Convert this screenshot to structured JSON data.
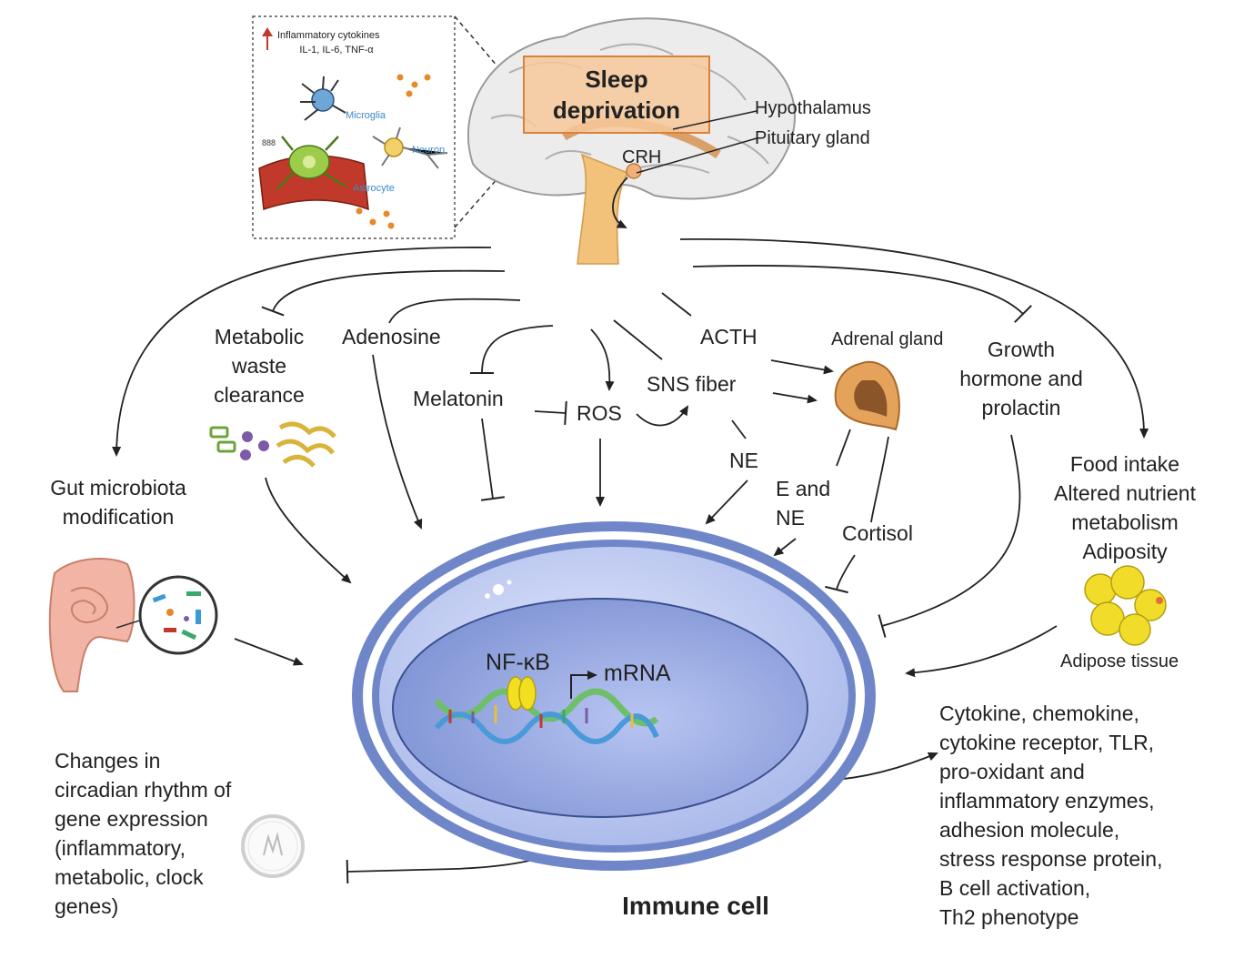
{
  "inset": {
    "title_line1": "Inflammatory cytokines",
    "title_line2": "IL-1, IL-6, TNF-α",
    "microglia": "Microglia",
    "neuron": "Neuron",
    "astrocyte": "Astrocyte"
  },
  "brain": {
    "title_line1": "Sleep",
    "title_line2": "deprivation",
    "hypothalamus": "Hypothalamus",
    "pituitary": "Pituitary gland",
    "crh": "CRH"
  },
  "labels": {
    "metabolic": "Metabolic\nwaste\nclearance",
    "adenosine": "Adenosine",
    "acth": "ACTH",
    "adrenal": "Adrenal gland",
    "growth": "Growth\nhormone and\nprolactin",
    "melatonin": "Melatonin",
    "ros": "ROS",
    "sns": "SNS fiber",
    "ne": "NE",
    "e_and_ne": "E and\nNE",
    "cortisol": "Cortisol",
    "gut": "Gut microbiota\nmodification",
    "food": "Food intake\nAltered nutrient\nmetabolism\nAdiposity",
    "adipose": "Adipose tissue",
    "circadian": "Changes in\ncircadian rhythm of\ngene expression\n(inflammatory,\nmetabolic, clock\ngenes)",
    "output": "Cytokine, chemokine,\ncytokine receptor, TLR,\npro-oxidant and\ninflammatory enzymes,\nadhesion molecule,\nstress response protein,\nB cell activation,\nTh2 phenotype",
    "nfkb": "NF-κB",
    "mrna": "mRNA",
    "immune_cell": "Immune cell"
  },
  "colors": {
    "sleep_box_fill": "#f7c89a",
    "sleep_box_border": "#d9823a",
    "membrane": "#6f86c9",
    "cell_fill": "#b9c5ee",
    "nucleus_fill": "#8fa2dd",
    "adipose": "#f1dc2a",
    "cortisol_arrow": "#222222"
  }
}
